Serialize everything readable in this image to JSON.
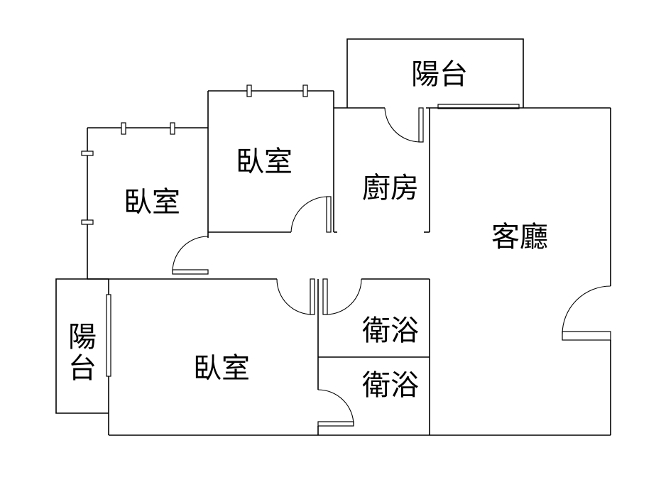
{
  "rooms": {
    "balcony_top": "陽台",
    "bedroom_top": "臥室",
    "bedroom_left": "臥室",
    "kitchen": "廚房",
    "living": "客廳",
    "balcony_left_1": "陽",
    "balcony_left_2": "台",
    "bedroom_bottom": "臥室",
    "bath_1": "衛浴",
    "bath_2": "衛浴"
  }
}
